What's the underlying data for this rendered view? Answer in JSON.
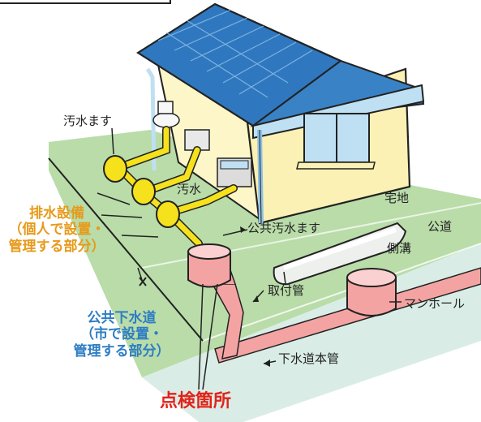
{
  "labels": {
    "osui_masu": "汚水ます",
    "osui": "汚水",
    "takuchi": "宅地",
    "koudou": "公道",
    "koukyou_osui_masu": "公共汚水ます",
    "sokkou": "側溝",
    "toritsukekan": "取付管",
    "manhole": "マンホール",
    "gesuido_honkan": "下水道本管"
  },
  "private_section": {
    "title": "排水設備",
    "line1": "（個人で設置・",
    "line2": "管理する部分）"
  },
  "public_section": {
    "title": "公共下水道",
    "line1": "（市で設置・",
    "line2": "管理する部分）"
  },
  "inspection_point": "点検箇所",
  "colors": {
    "private_label": "#e79a1a",
    "public_label": "#2e7dc3",
    "inspection_label": "#e2231a",
    "lawn": "#b9dca9",
    "road": "#d9ede6",
    "pipe_private": "#f5e11c",
    "pipe_public": "#f4a3a3",
    "wall": "#fbf1b4",
    "roof": "#2f78c0"
  }
}
